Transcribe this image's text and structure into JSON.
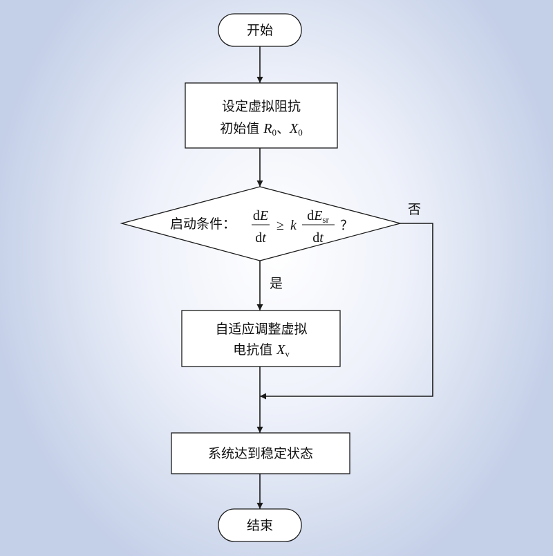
{
  "nodes": {
    "start": "开始",
    "init": {
      "line1": "设定虚拟阻抗",
      "line2_prefix": "初始值 ",
      "r_symbol": "R",
      "r_sub": "0",
      "sep": "、",
      "x_symbol": "X",
      "x_sub": "0"
    },
    "condition": {
      "prefix": "启动条件：",
      "lhs_num_d": "d",
      "lhs_num_var": "E",
      "lhs_den_d": "d",
      "lhs_den_var": "t",
      "relation": "≥",
      "coef": "k",
      "rhs_num_d": "d",
      "rhs_num_var": "E",
      "rhs_num_sub": "sr",
      "rhs_den_d": "d",
      "rhs_den_var": "t",
      "suffix": "？"
    },
    "adjust": {
      "line1": "自适应调整虚拟",
      "line2_prefix": "电抗值 ",
      "x_symbol": "X",
      "x_sub": "v"
    },
    "stable": "系统达到稳定状态",
    "end": "结束"
  },
  "edges": {
    "yes": "是",
    "no": "否"
  }
}
